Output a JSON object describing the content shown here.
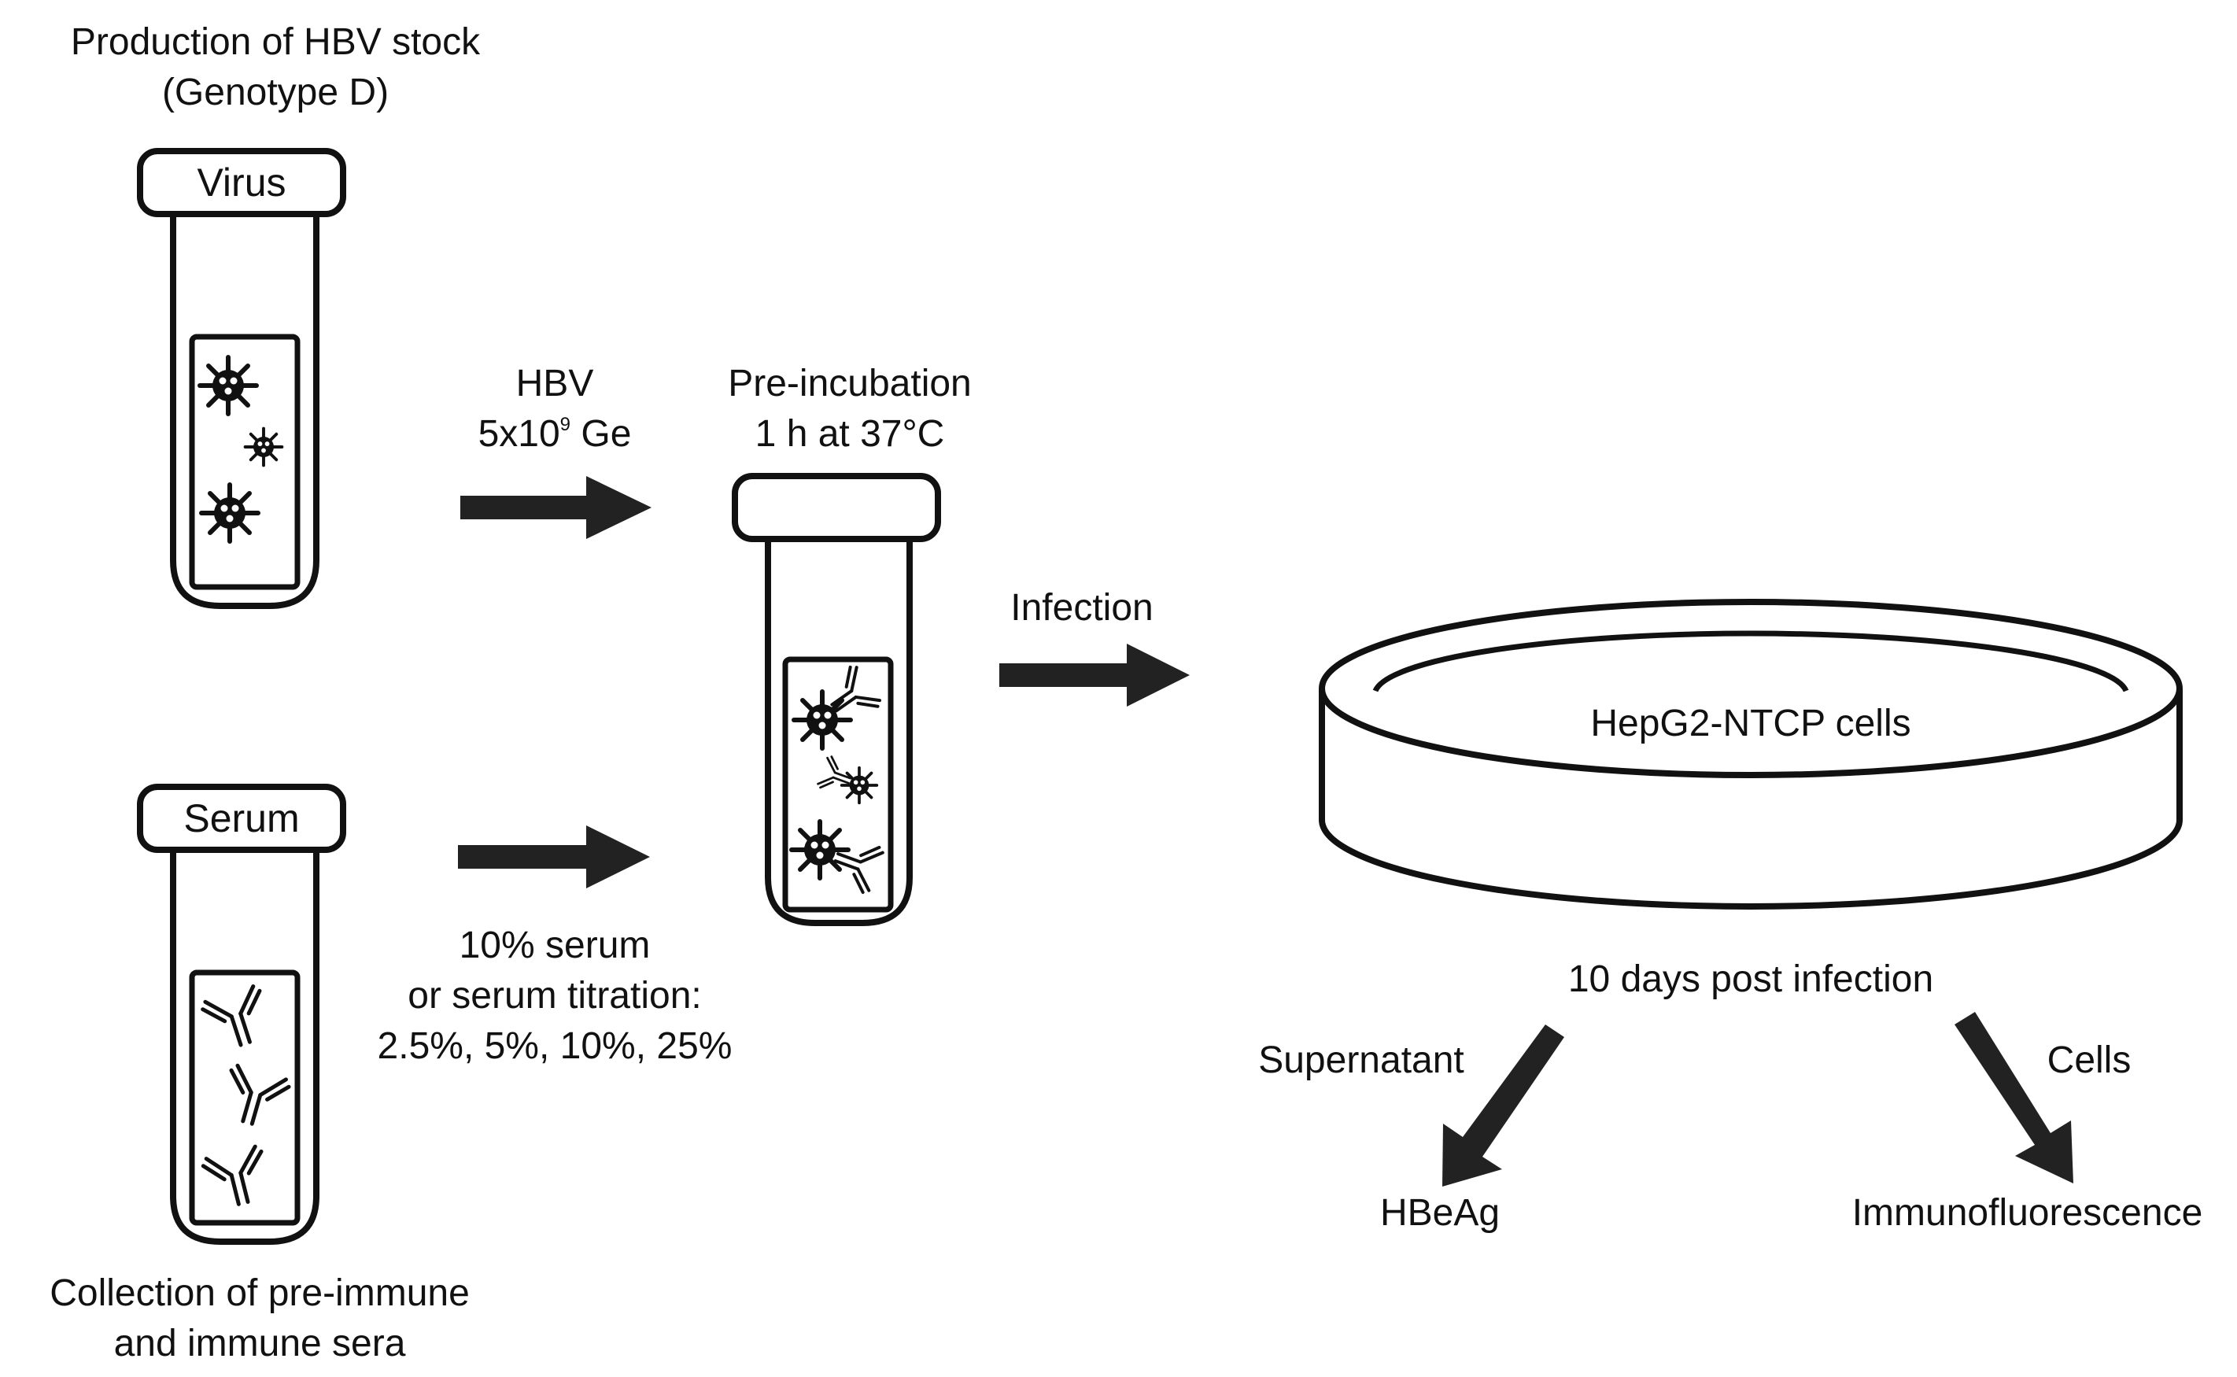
{
  "stock": {
    "title_line1": "Production of HBV stock",
    "title_line2": "(Genotype D)",
    "tube_label": "Virus"
  },
  "serum": {
    "tube_label": "Serum",
    "caption_line1": "Collection of pre-immune",
    "caption_line2": "and immune sera"
  },
  "hbv_dose": {
    "line1": "HBV",
    "mantissa": "5x10",
    "exponent": "9",
    "unit": " Ge"
  },
  "serum_dose": {
    "line1": "10% serum",
    "line2": "or serum titration:",
    "line3": "2.5%, 5%, 10%, 25%"
  },
  "preincubation": {
    "line1": "Pre-incubation",
    "line2": "1 h at 37°C"
  },
  "infection_label": "Infection",
  "dish_label": "HepG2-NTCP cells",
  "time_point": "10 days post infection",
  "branches": {
    "left_label": "Supernatant",
    "left_readout": "HBeAg",
    "right_label": "Cells",
    "right_readout": "Immunofluorescence"
  },
  "colors": {
    "ink": "#111111",
    "arrow": "#222222",
    "background": "#ffffff"
  }
}
